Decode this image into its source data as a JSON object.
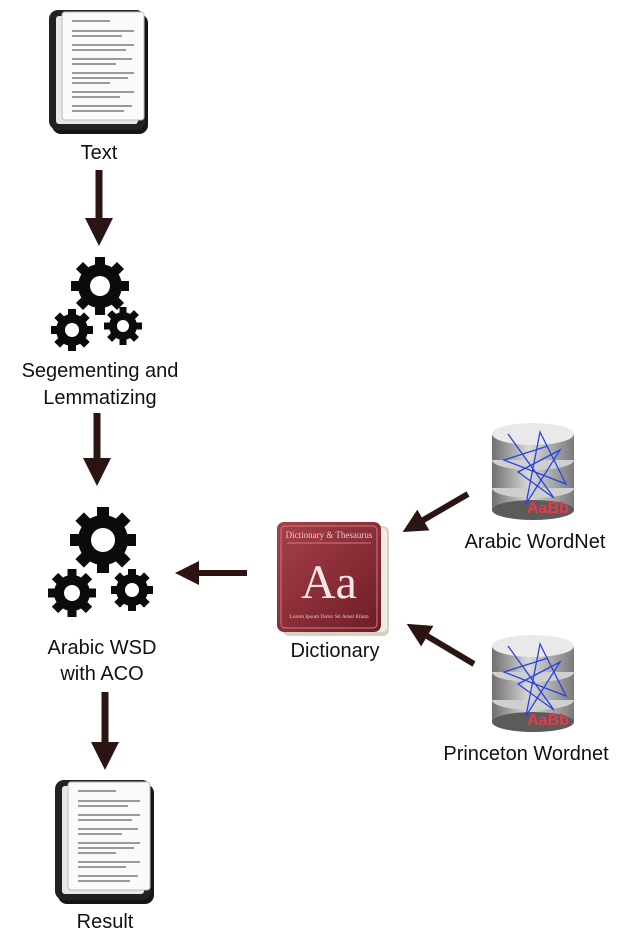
{
  "nodes": {
    "text": {
      "label": "Text",
      "icon": "document-icon"
    },
    "segment": {
      "label_line1": "Segementing and",
      "label_line2": "Lemmatizing",
      "icon": "gears-icon"
    },
    "wsd": {
      "label_line1": "Arabic WSD",
      "label_line2": "with ACO",
      "icon": "gears-icon"
    },
    "result": {
      "label": "Result",
      "icon": "document-icon"
    },
    "dictionary": {
      "label": "Dictionary",
      "icon": "dictionary-book-icon",
      "cover_title": "Dictionary & Thesaurus",
      "cover_letters": "Aa",
      "cover_subtitle": "Lorem Ipsum Dolor Sit Amet Etiam"
    },
    "arabic_wordnet": {
      "label": "Arabic WordNet",
      "icon": "database-icon",
      "badge": "AaBb"
    },
    "princeton_wordnet": {
      "label": "Princeton Wordnet",
      "icon": "database-icon",
      "badge": "AaBb"
    }
  },
  "colors": {
    "arrow": "#2a1512",
    "gear": "#0b0b0b",
    "book": "#8e2b34",
    "badge": "#e8394a"
  }
}
